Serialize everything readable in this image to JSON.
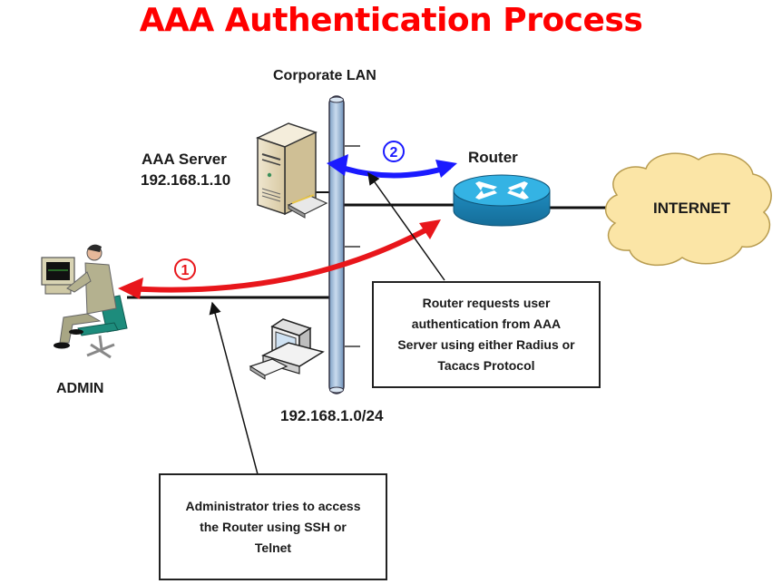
{
  "title": "AAA Authentication Process",
  "network": {
    "lan_name": "Corporate LAN",
    "subnet": "192.168.1.0/24"
  },
  "nodes": {
    "aaa_server": {
      "name": "AAA Server",
      "ip": "192.168.1.10"
    },
    "router": {
      "name": "Router"
    },
    "internet": {
      "name": "INTERNET"
    },
    "admin": {
      "name": "ADMIN"
    }
  },
  "steps": [
    {
      "number": "1",
      "color": "#e8161b",
      "from": "Router",
      "to": "ADMIN",
      "bidirectional": true
    },
    {
      "number": "2",
      "color": "#1a1aff",
      "from": "Router",
      "to": "AAA Server",
      "bidirectional": true
    }
  ],
  "callouts": {
    "router_request": {
      "lines": [
        "Router requests user",
        "authentication from AAA",
        "Server using either Radius or",
        "Tacacs Protocol"
      ]
    },
    "admin_access": {
      "lines": [
        "Administrator tries to access",
        "the Router using SSH or",
        "Telnet"
      ]
    }
  },
  "colors": {
    "title": "#ff0000",
    "lan_pipe": "#a9c4e0",
    "router": "#2aa0d4",
    "cloud": "#fbe5a6",
    "step1": "#e8161b",
    "step2": "#1a1aff"
  }
}
